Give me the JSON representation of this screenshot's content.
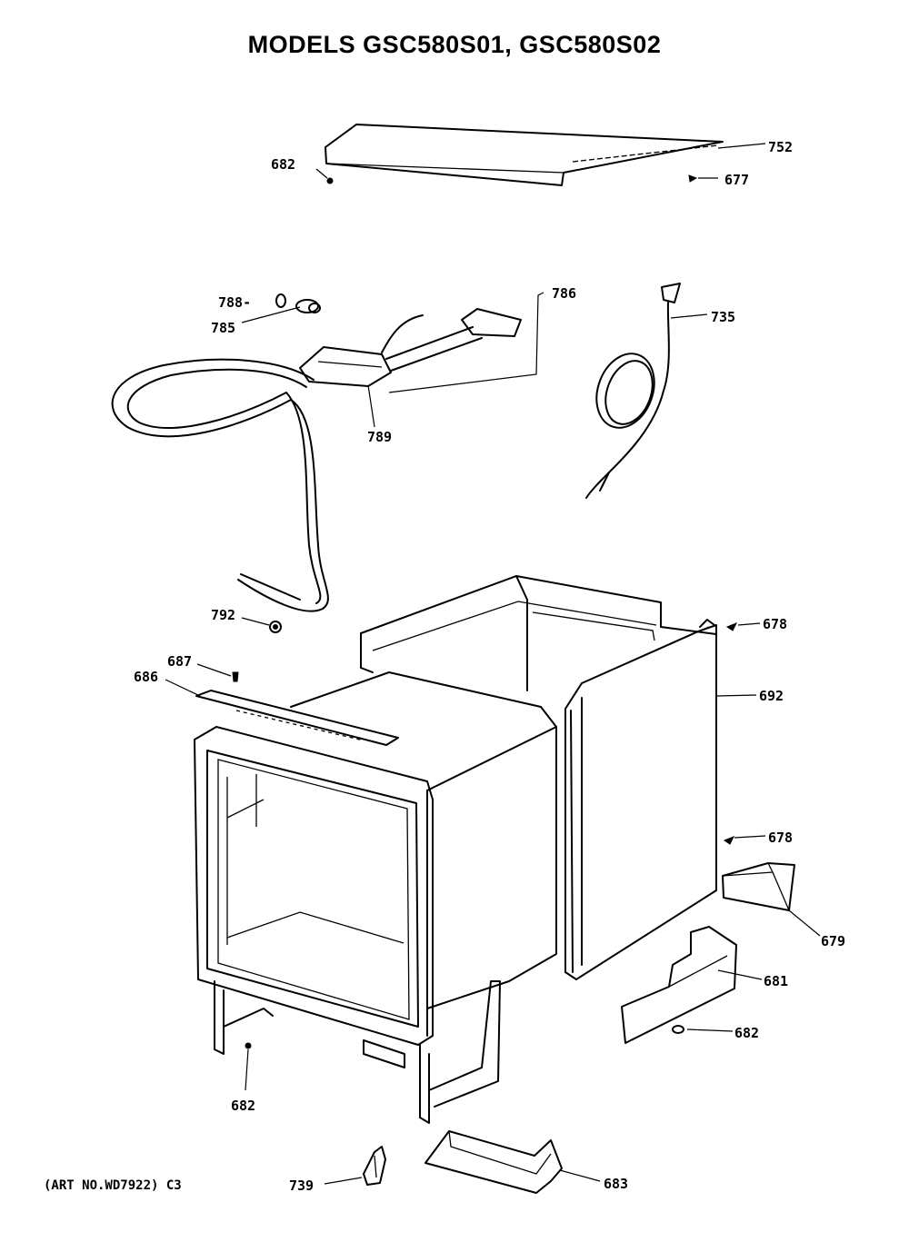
{
  "title": "MODELS GSC580S01, GSC580S02",
  "art_number": "(ART NO.WD7922) C3",
  "part_labels": {
    "l752": "752",
    "l682_top": "682",
    "l677": "677",
    "l788": "788-",
    "l785": "785",
    "l786": "786",
    "l735": "735",
    "l789": "789",
    "l792": "792",
    "l678_top": "678",
    "l687": "687",
    "l686": "686",
    "l692": "692",
    "l678_mid": "678",
    "l679": "679",
    "l681": "681",
    "l682_right": "682",
    "l682_bottom": "682",
    "l739": "739",
    "l683": "683"
  }
}
